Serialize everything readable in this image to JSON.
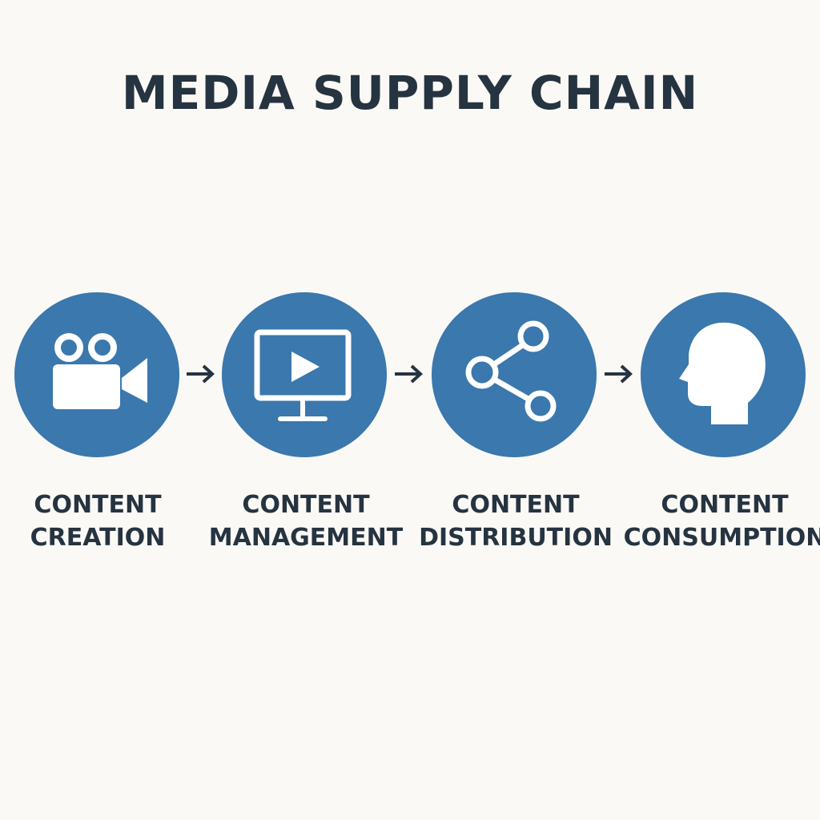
{
  "title": "MEDIA SUPPLY CHAIN",
  "colors": {
    "circle": "#3a78ad",
    "text": "#263340",
    "background": "#faf9f6"
  },
  "stages": [
    {
      "line1": "CONTENT",
      "line2": "CREATION",
      "icon": "video-camera-icon"
    },
    {
      "line1": "CONTENT",
      "line2": "MANAGEMENT",
      "icon": "monitor-play-icon"
    },
    {
      "line1": "CONTENT",
      "line2": "DISTRIBUTION",
      "icon": "share-icon"
    },
    {
      "line1": "CONTENT",
      "line2": "CONSUMPTION",
      "icon": "head-profile-icon"
    }
  ]
}
